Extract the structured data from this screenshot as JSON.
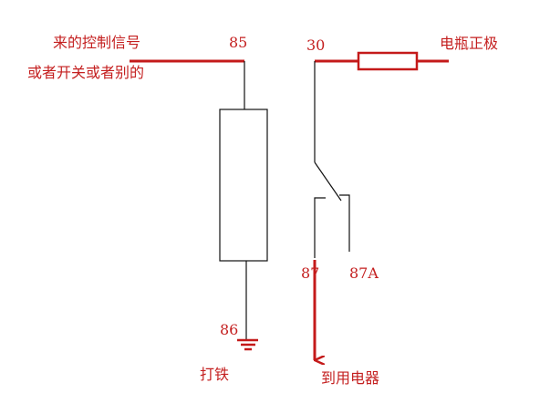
{
  "labels": {
    "control_signal_line1": "来的控制信号",
    "control_signal_line2": "或者开关或者别的",
    "pin_85": "85",
    "pin_86": "86",
    "pin_30": "30",
    "pin_87": "87",
    "pin_87a": "87A",
    "battery_positive": "电瓶正极",
    "ground": "打铁",
    "to_appliance": "到用电器"
  },
  "colors": {
    "wire_red": "#c41a1a",
    "text_red": "#c42020",
    "line_black": "#111111"
  }
}
